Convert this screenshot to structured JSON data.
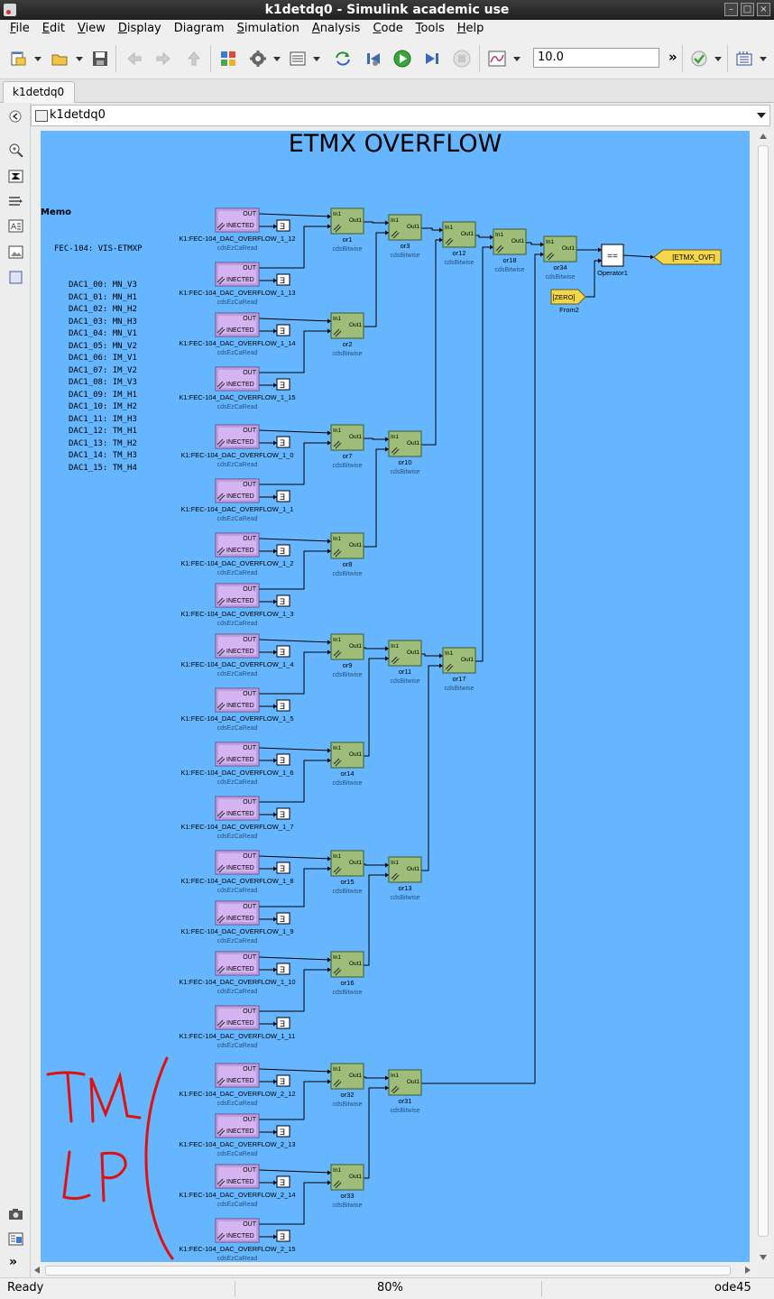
{
  "window": {
    "title": "k1detdq0 - Simulink academic use"
  },
  "menu": [
    {
      "label": "File",
      "key": "F",
      "rest": "ile"
    },
    {
      "label": "Edit",
      "key": "E",
      "rest": "dit"
    },
    {
      "label": "View",
      "key": "V",
      "rest": "iew"
    },
    {
      "label": "Display",
      "key": "D",
      "rest": "isplay"
    },
    {
      "label": "Diagram",
      "key": "",
      "rest": "Diagram"
    },
    {
      "label": "Simulation",
      "key": "S",
      "rest": "imulation"
    },
    {
      "label": "Analysis",
      "key": "A",
      "rest": "nalysis"
    },
    {
      "label": "Code",
      "key": "C",
      "rest": "ode"
    },
    {
      "label": "Tools",
      "key": "T",
      "rest": "ools"
    },
    {
      "label": "Help",
      "key": "H",
      "rest": "elp"
    }
  ],
  "toolbar": {
    "stop_time": "10.0",
    "more": "»"
  },
  "tab": {
    "label": "k1detdq0"
  },
  "address": {
    "path": "k1detdq0"
  },
  "diagram": {
    "title": "ETMX OVERFLOW",
    "memo": {
      "title": "Memo",
      "header": "FEC-104: VIS-ETMXP",
      "lines": [
        "DAC1_00: MN_V3",
        "DAC1_01: MN_H1",
        "DAC1_02: MN_H2",
        "DAC1_03: MN_H3",
        "DAC1_04: MN_V1",
        "DAC1_05: MN_V2",
        "DAC1_06: IM_V1",
        "DAC1_07: IM_V2",
        "DAC1_08: IM_V3",
        "DAC1_09: IM_H1",
        "DAC1_10: IM_H2",
        "DAC1_11: IM_H3",
        "DAC1_12: TM_H1",
        "DAC1_13: TM_H2",
        "DAC1_14: TM_H3",
        "DAC1_15: TM_H4"
      ]
    },
    "read_block": {
      "out_port": "OUT",
      "inner": "INECTED",
      "lib": "cdsEzCaRead"
    },
    "readers": [
      "K1:FEC-104_DAC_OVERFLOW_1_12",
      "K1:FEC-104_DAC_OVERFLOW_1_13",
      "K1:FEC-104_DAC_OVERFLOW_1_14",
      "K1:FEC-104_DAC_OVERFLOW_1_15",
      "K1:FEC-104_DAC_OVERFLOW_1_0",
      "K1:FEC-104_DAC_OVERFLOW_1_1",
      "K1:FEC-104_DAC_OVERFLOW_1_2",
      "K1:FEC-104_DAC_OVERFLOW_1_3",
      "K1:FEC-104_DAC_OVERFLOW_1_4",
      "K1:FEC-104_DAC_OVERFLOW_1_5",
      "K1:FEC-104_DAC_OVERFLOW_1_6",
      "K1:FEC-104_DAC_OVERFLOW_1_7",
      "K1:FEC-104_DAC_OVERFLOW_1_8",
      "K1:FEC-104_DAC_OVERFLOW_1_9",
      "K1:FEC-104_DAC_OVERFLOW_1_10",
      "K1:FEC-104_DAC_OVERFLOW_1_11",
      "K1:FEC-104_DAC_OVERFLOW_2_12",
      "K1:FEC-104_DAC_OVERFLOW_2_13",
      "K1:FEC-104_DAC_OVERFLOW_2_14",
      "K1:FEC-104_DAC_OVERFLOW_2_15"
    ],
    "or_block": {
      "in_port": "In1",
      "out_port": "Out1",
      "lib": "cdsBitwise"
    },
    "or_names": [
      "or1",
      "or2",
      "or7",
      "or8",
      "or9",
      "or14",
      "or15",
      "or16",
      "or32",
      "or33",
      "or3",
      "or10",
      "or11",
      "or13",
      "or31",
      "or12",
      "or17",
      "or18",
      "or34"
    ],
    "operator": {
      "symbol": "==",
      "name": "Operator1"
    },
    "from": {
      "tag": "[ZERO]",
      "name": "From2"
    },
    "goto": {
      "tag": "[ETMX_OVF]"
    },
    "annotation": {
      "colour": "#e01010",
      "meaning": "handwritten-tm-lp"
    }
  },
  "status": {
    "state": "Ready",
    "zoom": "80%",
    "solver": "ode45"
  }
}
